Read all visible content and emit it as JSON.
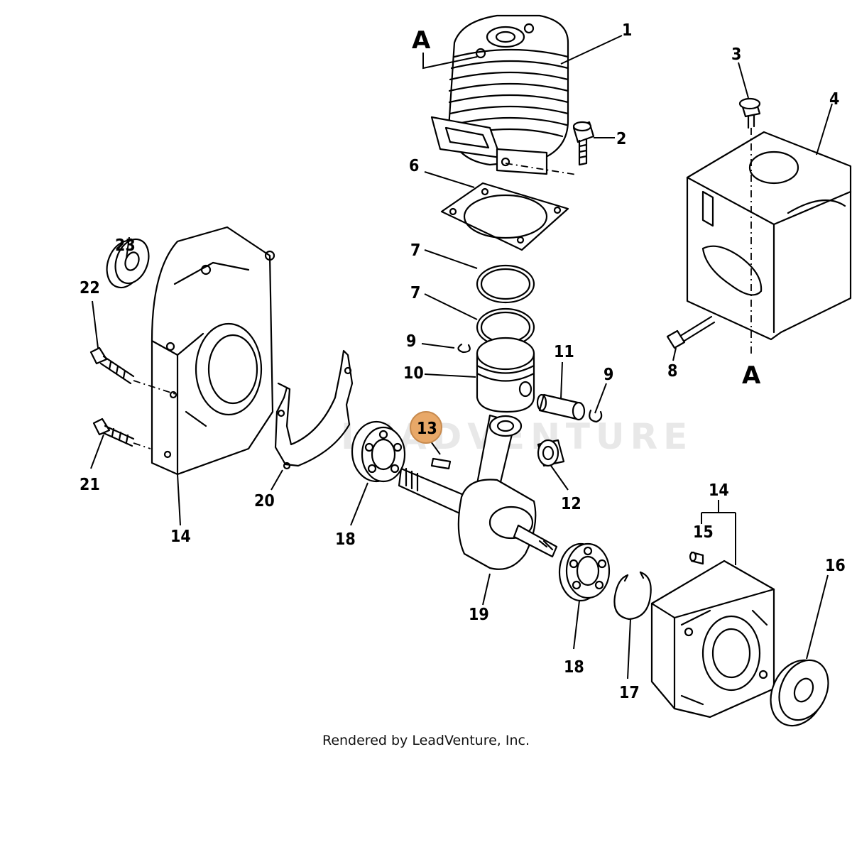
{
  "watermark": "LEADVENTURE",
  "footer": "Rendered by LeadVenture, Inc.",
  "reference_marks": [
    "A",
    "A"
  ],
  "highlight_color": "#e8a868",
  "callouts": {
    "c1": "1",
    "c2": "2",
    "c3": "3",
    "c4": "4",
    "c6": "6",
    "c7a": "7",
    "c7b": "7",
    "c8": "8",
    "c9a": "9",
    "c9b": "9",
    "c10": "10",
    "c11": "11",
    "c12": "12",
    "c13": "13",
    "c14a": "14",
    "c14b": "14",
    "c15": "15",
    "c16": "16",
    "c17": "17",
    "c18a": "18",
    "c18b": "18",
    "c19": "19",
    "c20": "20",
    "c21": "21",
    "c22": "22",
    "c23": "23"
  }
}
